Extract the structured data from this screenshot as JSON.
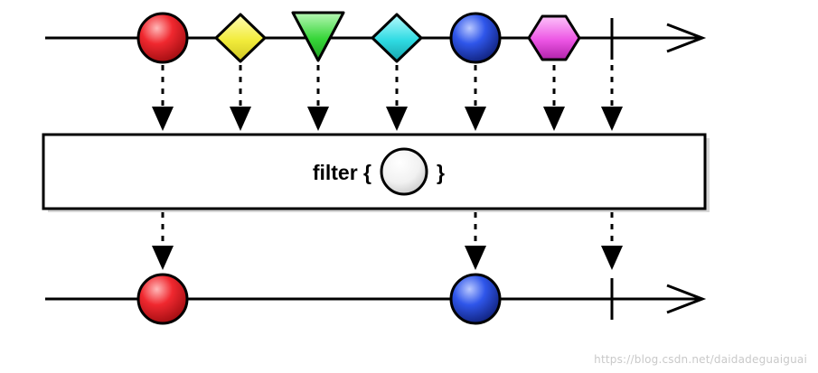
{
  "operator": {
    "label": "filter {",
    "close": "}",
    "predicate_shape": "circle"
  },
  "input_stream": {
    "items": [
      {
        "shape": "circle",
        "color": "#e8232b",
        "passes": true
      },
      {
        "shape": "diamond",
        "color": "#f4f046",
        "passes": false
      },
      {
        "shape": "triangle-down",
        "color": "#3fd941",
        "passes": false
      },
      {
        "shape": "diamond",
        "color": "#36dfe6",
        "passes": false
      },
      {
        "shape": "circle",
        "color": "#2a4fe3",
        "passes": true
      },
      {
        "shape": "hexagon",
        "color": "#ef5ae7",
        "passes": false
      }
    ],
    "completes": true
  },
  "output_stream": {
    "items": [
      {
        "shape": "circle",
        "color": "#e8232b"
      },
      {
        "shape": "circle",
        "color": "#2a4fe3"
      }
    ],
    "completes": true
  },
  "watermark": "https://blog.csdn.net/daidadeguaiguai"
}
